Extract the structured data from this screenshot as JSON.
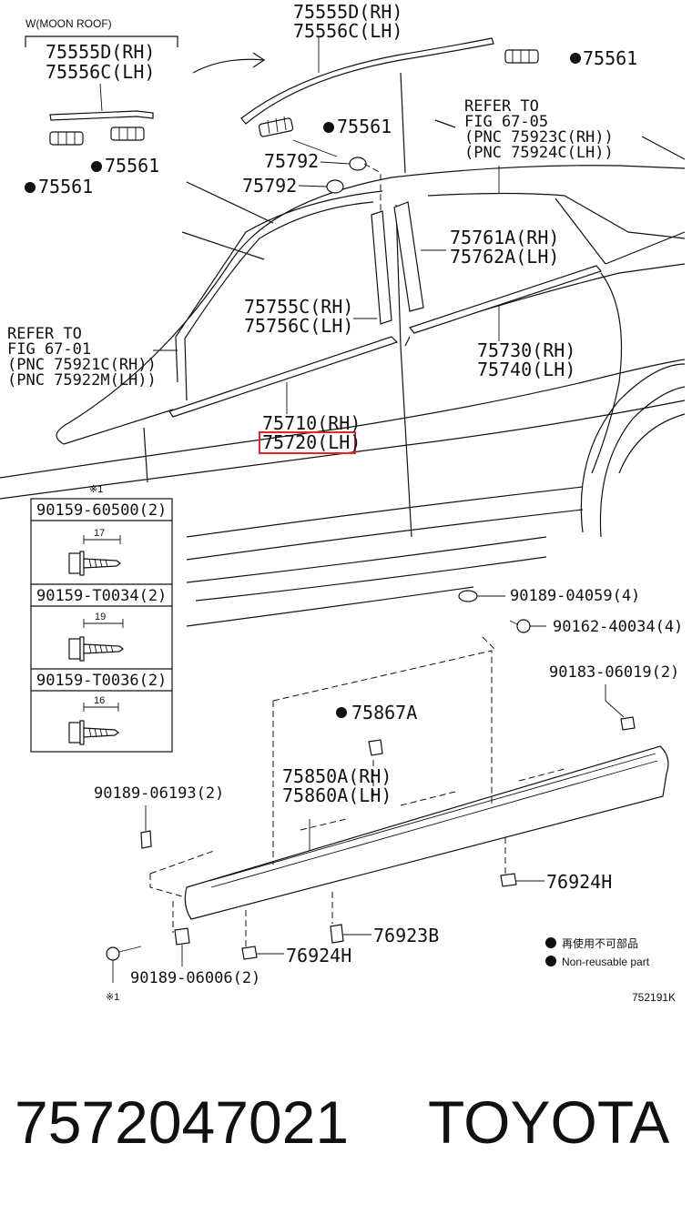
{
  "diagram": {
    "moon_roof_note": "W(MOON ROOF)",
    "callouts": {
      "moonroof_molding_rh": "75555D(RH)",
      "moonroof_molding_lh": "75556C(LH)",
      "roof_molding_rh": "75555D(RH)",
      "roof_molding_lh": "75556C(LH)",
      "clip_75561_top": "75561",
      "clip_75561_mid": "75561",
      "clip_75561_left1": "75561",
      "clip_75561_left2": "75561",
      "clip_75792_a": "75792",
      "clip_75792_b": "75792",
      "refer_right_1": "REFER TO",
      "refer_right_2": "FIG 67-05",
      "refer_right_3": "(PNC 75923C(RH))",
      "refer_right_4": "(PNC 75924C(LH))",
      "rear_pillar_rh": "75761A(RH)",
      "rear_pillar_lh": "75762A(LH)",
      "front_pillar_rh": "75755C(RH)",
      "front_pillar_lh": "75756C(LH)",
      "refer_left_1": "REFER TO",
      "refer_left_2": "FIG 67-01",
      "refer_left_3": "(PNC 75921C(RH))",
      "refer_left_4": "(PNC 75922M(LH))",
      "rear_belt_rh": "75730(RH)",
      "rear_belt_lh": "75740(LH)",
      "front_belt_rh": "75710(RH)",
      "front_belt_lh": "75720(LH)",
      "screw_note": "※1",
      "clip_90189_04059": "90189-04059(4)",
      "screw_90162_40034": "90162-40034(4)",
      "clip_90183_06019": "90183-06019(2)",
      "clip_75867A": "75867A",
      "rocker_rh": "75850A(RH)",
      "rocker_lh": "75860A(LH)",
      "clip_90189_06193": "90189-06193(2)",
      "clip_76924H_right": "76924H",
      "clip_76923B": "76923B",
      "clip_76924H_left": "76924H",
      "clip_90189_06006": "90189-06006(2)",
      "screw_note_bottom": "※1",
      "legend_jp": "再使用不可部品",
      "legend_en": "Non-reusable part",
      "figure_code": "752191K"
    },
    "screw_table": {
      "note": "※1",
      "rows": [
        {
          "part": "90159-60500(2)",
          "length": "17"
        },
        {
          "part": "90159-T0034(2)",
          "length": "19"
        },
        {
          "part": "90159-T0036(2)",
          "length": "16"
        }
      ]
    },
    "highlighted_part": "75720(LH)",
    "highlight_color": "#e0262b"
  },
  "footer": {
    "part_number": "7572047021",
    "brand": "TOYOTA"
  }
}
